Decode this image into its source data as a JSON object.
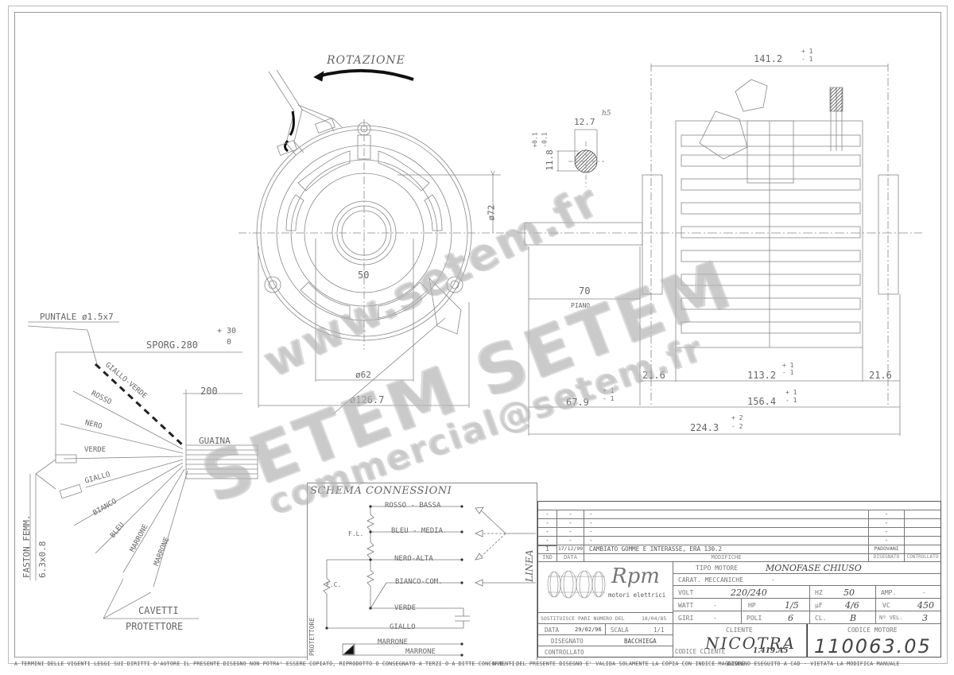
{
  "drawing": {
    "rotation_label": "ROTAZIONE",
    "front_view": {
      "dim_phi72": "ø72",
      "dim_50": "50",
      "dim_phi62": "ø62",
      "dim_phi126": "ø126.7"
    },
    "shaft": {
      "dim_width": "12.7",
      "tol_fit": "h5",
      "dim_flat": "11.8",
      "tol_plus": "+0.1",
      "tol_minus": "-0.1"
    },
    "side_view": {
      "dim_overall_top": "141.2",
      "dim_overall_top_tol_plus": "+ 1",
      "dim_overall_top_tol_minus": "- 1",
      "dim_shaft_70": "70",
      "piano_label": "PIANO",
      "dim_left_216": "21.6",
      "dim_body_1132": "113.2",
      "dim_body_tol_plus": "+ 1",
      "dim_body_tol_minus": "- 1",
      "dim_right_216": "21.6",
      "dim_679": "67.9",
      "dim_679_tol_plus": "+ 1",
      "dim_679_tol_minus": "- 1",
      "dim_1564": "156.4",
      "dim_1564_tol_plus": "+ 1",
      "dim_1564_tol_minus": "- 1",
      "dim_2243": "224.3",
      "dim_2243_tol_plus": "+ 2",
      "dim_2243_tol_minus": "- 2"
    },
    "cables": {
      "puntale": "PUNTALE ø1.5x7",
      "sporg": "SPORG.280",
      "sporg_tol_plus": "+ 30",
      "sporg_tol_minus": "0",
      "dim_200": "200",
      "guaina": "GUAINA",
      "wires": [
        "GIALLO-VERDE",
        "ROSSO",
        "NERO",
        "VERDE",
        "GIALLO",
        "BIANCO",
        "BLEU",
        "MARRONE",
        "MARRONE"
      ],
      "faston_line1": "FASTON FEMM.",
      "faston_line2": "6.3x0.8",
      "cavetti_line1": "CAVETTI",
      "cavetti_line2": "PROTETTORE"
    }
  },
  "schema": {
    "title": "SCHEMA CONNESSIONI",
    "lines": [
      "ROSSO - BASSA",
      "BLEU - MEDIA",
      "NERO-ALTA",
      "BIANCO-COM.",
      "VERDE",
      "GIALLO",
      "MARRONE",
      "MARRONE"
    ],
    "fl_label": "F.L.",
    "fc_label": "F.C.",
    "linea_label": "LINEA",
    "protettore_label": "PROTETTORE"
  },
  "title_block": {
    "revisions": [
      {
        "ind": "-",
        "data": "-",
        "modifica": "-",
        "disegnato": "-",
        "controllato": ""
      },
      {
        "ind": "-",
        "data": "-",
        "modifica": "-",
        "disegnato": "-",
        "controllato": ""
      },
      {
        "ind": "-",
        "data": "-",
        "modifica": "-",
        "disegnato": "-",
        "controllato": ""
      },
      {
        "ind": "-",
        "data": "-",
        "modifica": "-",
        "disegnato": "-",
        "controllato": ""
      },
      {
        "ind": "1",
        "data": "17/12/99",
        "modifica": "CAMBIATO GOMME E INTERASSE, ERA 130.2",
        "disegnato": "PADOVANI",
        "controllato": ""
      }
    ],
    "rev_headers": {
      "ind": "IND",
      "data": "DATA",
      "modifiche": "MODIFICHE",
      "disegnato": "DISEGNATO",
      "controllato": "CONTROLLATO"
    },
    "logo": {
      "brand": "Rpm",
      "subtitle": "motori elettrici"
    },
    "tipo_motore_label": "TIPO MOTORE",
    "tipo_motore": "MONOFASE CHIUSO",
    "carat_label": "CARAT. MECCANICHE",
    "carat_value": "-",
    "volt_label": "VOLT",
    "volt": "220/240",
    "hz_label": "HZ",
    "hz": "50",
    "amp_label": "AMP.",
    "amp": "-",
    "watt_label": "WATT",
    "watt": "-",
    "hp_label": "HP",
    "hp": "1/5",
    "uf_label": "µF",
    "uf": "4/6",
    "vc_label": "VC",
    "vc": "450",
    "giri_label": "GIRI",
    "giri": "-",
    "poli_label": "POLI",
    "poli": "6",
    "cl_label": "CL.",
    "cl": "B",
    "nvel_label": "Nº VEL.",
    "nvel": "3",
    "sostituisce_label": "SOSTITUISCE PARI NUMERO DEL",
    "sostituisce_date": "18/04/85",
    "data_label": "DATA",
    "data": "29/02/96",
    "scala_label": "SCALA",
    "scala": "1/1",
    "disegnato_label": "DISEGNATO",
    "disegnato": "BACCHIEGA",
    "controllato_label": "CONTROLLATO",
    "cliente_label": "CLIENTE",
    "cliente": "NICOTRA",
    "codice_cliente_label": "CODICE CLIENTE",
    "codice_cliente": "1.419.A5",
    "codice_motore_label": "CODICE MOTORE",
    "codice_motore": "110063.05"
  },
  "footer": {
    "left": "A TERMINI DELLE VIGENTI LEGGI SUI DIRITTI D'AUTORE IL PRESENTE DISEGNO NON POTRA' ESSERE COPIATO, RIPRODOTTO O CONSEGNATO A TERZI O A DITTE CONCORRENTI.",
    "middle": "N.B. - DEL PRESENTE DISEGNO E' VALIDA SOLAMENTE LA COPIA CON INDICE MAGGIORE.",
    "right": "DISEGNO ESEGUITO A CAD - VIETATA LA MODIFICA MANUALE"
  },
  "watermark": {
    "line1": "www.setem.fr",
    "line2": "SETEM SETEM",
    "line3": "commercial@setem.fr"
  }
}
